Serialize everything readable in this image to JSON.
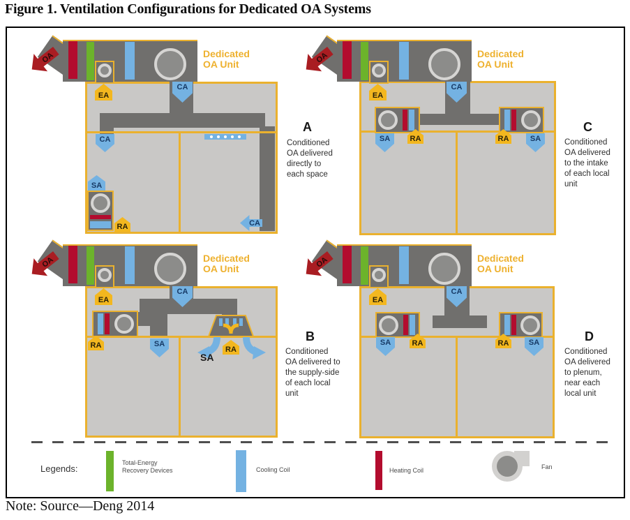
{
  "title": "Figure 1. Ventilation Configurations for Dedicated OA Systems",
  "note": "Note: Source—Deng 2014",
  "dedicated_oa_unit": {
    "line1": "Dedicated",
    "line2": "OA Unit"
  },
  "labels": {
    "oa": "OA",
    "ea": "EA",
    "ca": "CA",
    "sa": "SA",
    "ra": "RA"
  },
  "panels": {
    "a": {
      "letter": "A",
      "description": "Conditioned OA delivered directly to each space"
    },
    "b": {
      "letter": "B",
      "description": "Conditioned OA delivered to the supply-side of each local unit"
    },
    "c": {
      "letter": "C",
      "description": "Conditioned OA delivered to the intake of each local unit"
    },
    "d": {
      "letter": "D",
      "description": "Conditioned OA delivered to plenum, near each local unit"
    }
  },
  "legend": {
    "heading": "Legends:",
    "items": [
      {
        "name": "total-energy-recovery",
        "label": "Total-Energy Recovery Devices",
        "color": "#6cb32b"
      },
      {
        "name": "cooling-coil",
        "label": "Cooling Coil",
        "color": "#74b2e2"
      },
      {
        "name": "heating-coil",
        "label": "Heating Coil",
        "color": "#b30c2e"
      },
      {
        "name": "fan",
        "label": "Fan",
        "color": "#8c8c8a"
      }
    ]
  },
  "colors": {
    "building_outline_gold": "#eab12e",
    "label_gold": "#f3b71f",
    "duct_gray": "#706f6d",
    "room_gray": "#c9c8c6",
    "arrow_blue": "#74b2e2",
    "oa_arrow_red": "#a91d22",
    "heating_red": "#b30c2e",
    "recovery_green": "#6cb32b",
    "fan_gray": "#8c8c8a",
    "figure_border": "#000000"
  }
}
